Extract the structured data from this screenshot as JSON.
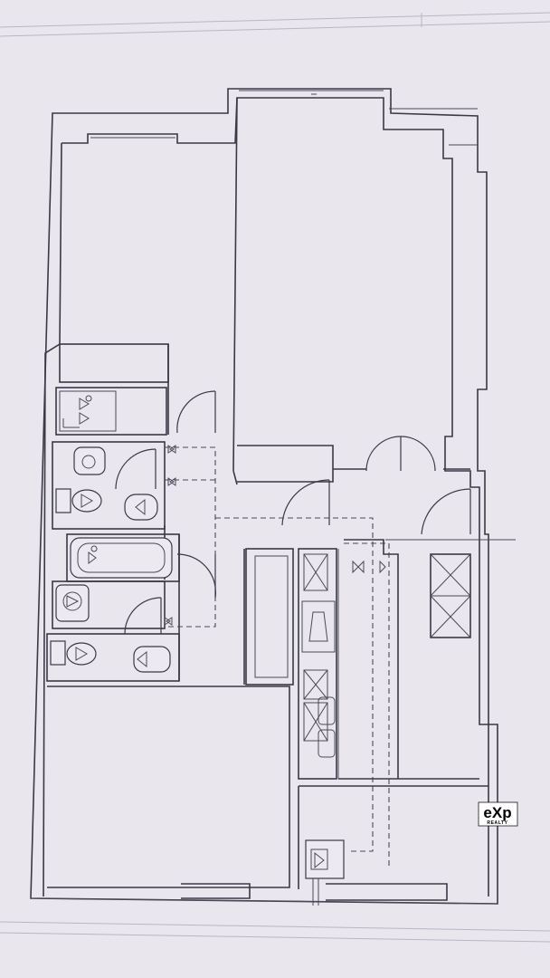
{
  "drawing": {
    "type": "apartment floor plan",
    "paper_color": "#e9e6ee",
    "line_color": "#3a3946"
  },
  "watermark": {
    "logo_icon": "exp-realty-logo",
    "main_text": "eXp",
    "sub_text": "REALTY"
  }
}
